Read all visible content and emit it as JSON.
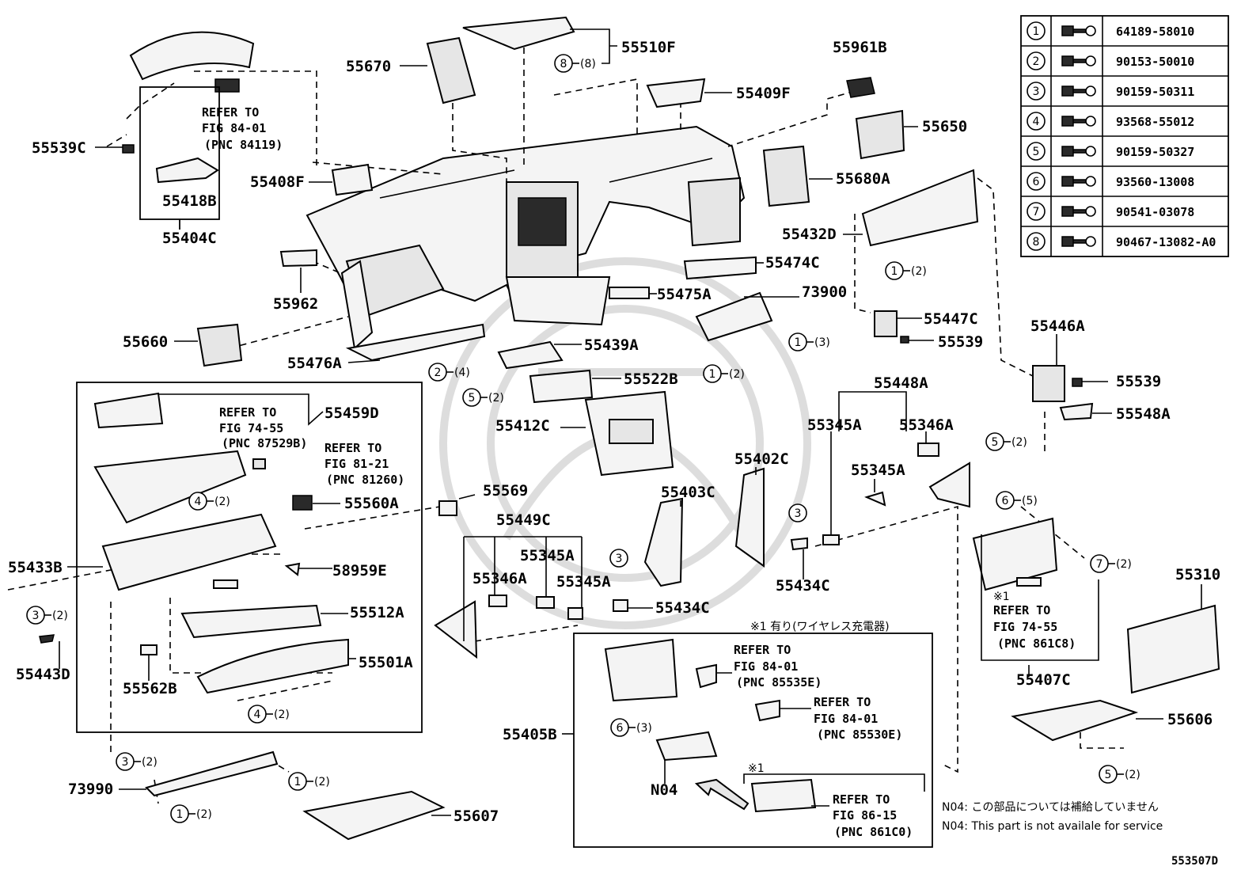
{
  "diagram_id": "553507D",
  "labels": {
    "p55510F": "55510F",
    "p55670": "55670",
    "p55961B": "55961B",
    "p55409F": "55409F",
    "p55650": "55650",
    "p55680A": "55680A",
    "p55539C": "55539C",
    "p55418B": "55418B",
    "p55404C": "55404C",
    "p55408F": "55408F",
    "p55432D": "55432D",
    "p55474C": "55474C",
    "p55962": "55962",
    "p55475A": "55475A",
    "p73900": "73900",
    "p55660": "55660",
    "p55447C": "55447C",
    "p55539a": "55539",
    "p55446A": "55446A",
    "p55476A": "55476A",
    "p55439A": "55439A",
    "p55539b": "55539",
    "p55522B": "55522B",
    "p55548A": "55548A",
    "p55448A": "55448A",
    "p55459D": "55459D",
    "p55412C": "55412C",
    "p55345A1": "55345A",
    "p55346A1": "55346A",
    "p55345A2": "55345A",
    "p55402C": "55402C",
    "p55569": "55569",
    "p55403C": "55403C",
    "p55560A": "55560A",
    "p55449C": "55449C",
    "p55345A3": "55345A",
    "p55433B": "55433B",
    "p58959E": "58959E",
    "p55346A2": "55346A",
    "p55345A4": "55345A",
    "p55434C1": "55434C",
    "p55434C2": "55434C",
    "p55310": "55310",
    "p55512A": "55512A",
    "p55501A": "55501A",
    "p55443D": "55443D",
    "p55562B": "55562B",
    "p55407C": "55407C",
    "p55606": "55606",
    "p55405B": "55405B",
    "p73990": "73990",
    "pN04": "N04",
    "p55607": "55607"
  },
  "refs": {
    "r1": [
      "REFER TO",
      "FIG 84-01",
      "(PNC 84119)"
    ],
    "r2": [
      "REFER TO",
      "FIG 74-55",
      "(PNC 87529B)"
    ],
    "r3": [
      "REFER TO",
      "FIG 81-21",
      "(PNC 81260)"
    ],
    "r4": [
      "REFER TO",
      "FIG 74-55",
      "(PNC 861C8)"
    ],
    "r5": [
      "REFER TO",
      "FIG 84-01",
      "(PNC 85535E)"
    ],
    "r6": [
      "REFER TO",
      "FIG 84-01",
      "(PNC 85530E)"
    ],
    "r7": [
      "REFER TO",
      "FIG 86-15",
      "(PNC 861C0)"
    ]
  },
  "notes": {
    "mark1": "※1",
    "mark1b": "※1",
    "mark1c": "※1",
    "wireless": "※1 有り(ワイヤレス充電器)",
    "n04_jp": "N04: この部品については補給していません",
    "n04_en": "N04:  This part is not availale for service"
  },
  "fastener_table": [
    {
      "num": "1",
      "part": "64189-58010"
    },
    {
      "num": "2",
      "part": "90153-50010"
    },
    {
      "num": "3",
      "part": "90159-50311"
    },
    {
      "num": "4",
      "part": "93568-55012"
    },
    {
      "num": "5",
      "part": "90159-50327"
    },
    {
      "num": "6",
      "part": "93560-13008"
    },
    {
      "num": "7",
      "part": "90541-03078"
    },
    {
      "num": "8",
      "part": "90467-13082-A0"
    }
  ],
  "callouts": {
    "c8": [
      "8",
      "(8)"
    ],
    "c1a": [
      "1",
      "(2)"
    ],
    "c1b": [
      "1",
      "(3)"
    ],
    "c1c": [
      "1",
      "(2)"
    ],
    "c2": [
      "2",
      "(4)"
    ],
    "c5a": [
      "5",
      "(2)"
    ],
    "c5b": [
      "5",
      "(2)"
    ],
    "c4a": [
      "4",
      "(2)"
    ],
    "c3a": [
      "3",
      ""
    ],
    "c3b": [
      "3",
      ""
    ],
    "c3c": [
      "3",
      "(2)"
    ],
    "c6a": [
      "6",
      "(5)"
    ],
    "c7": [
      "7",
      "(2)"
    ],
    "c4b": [
      "4",
      "(2)"
    ],
    "c3d": [
      "3",
      "(2)"
    ],
    "c1d": [
      "1",
      "(2)"
    ],
    "c1e": [
      "1",
      "(2)"
    ],
    "c6b": [
      "6",
      "(3)"
    ],
    "c5c": [
      "5",
      "(2)"
    ]
  }
}
